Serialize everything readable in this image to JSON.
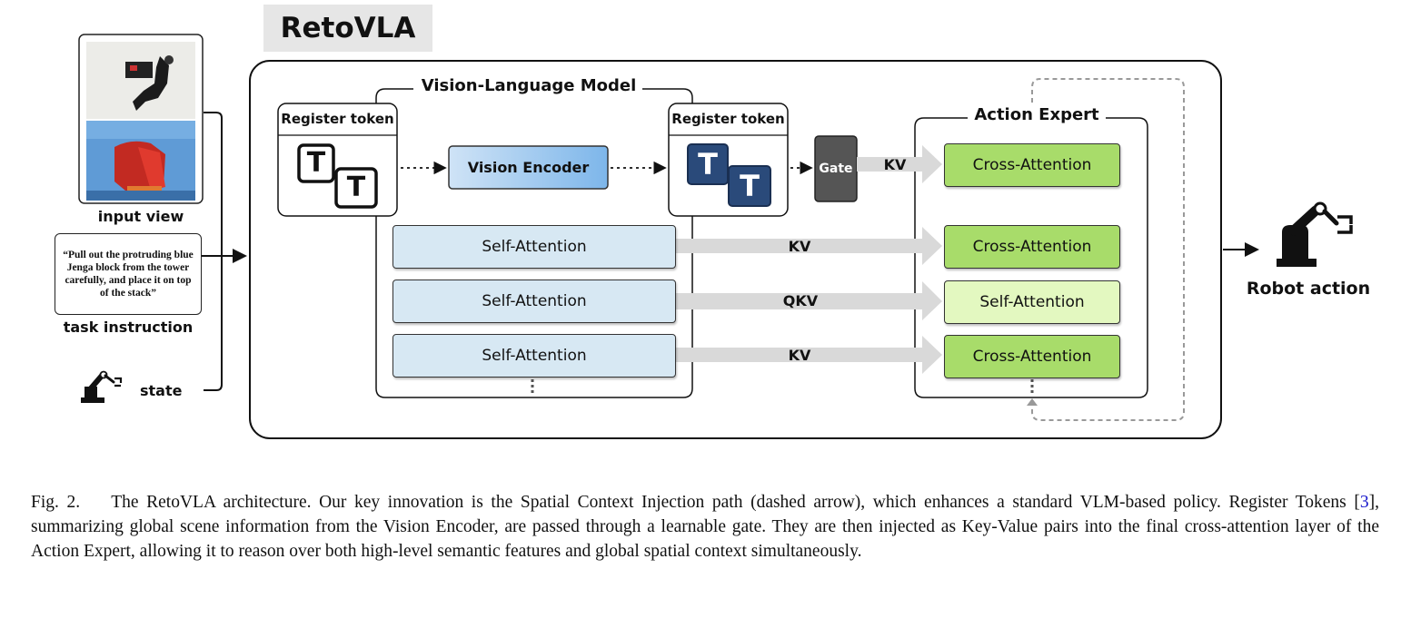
{
  "diagram": {
    "title": "RetoVLA",
    "vlm_title": "Vision-Language Model",
    "register_token_left_label": "Register token",
    "register_token_right_label": "Register token",
    "vision_encoder_label": "Vision Encoder",
    "gate_label": "Gate",
    "action_expert_title": "Action Expert",
    "token_glyph": "T",
    "vlm_layers": [
      "Self-Attention",
      "Self-Attention",
      "Self-Attention"
    ],
    "arrow_labels": [
      "KV",
      "KV",
      "QKV",
      "KV"
    ],
    "ae_layers": [
      "Cross-Attention",
      "Cross-Attention",
      "Self-Attention",
      "Cross-Attention"
    ],
    "inputs": {
      "input_view_label": "input view",
      "instruction_text": "“Pull out the protruding blue Jenga block from the tower carefully, and place it on top of the stack”",
      "task_instruction_label": "task instruction",
      "state_label": "state"
    },
    "output_label": "Robot action",
    "colors": {
      "vlm_layer": "#d7e8f3",
      "cross_attention": "#a8dc6a",
      "ae_self_attention": "#e3f8c0",
      "gate": "#555555",
      "arrow": "#d9d9d9"
    }
  },
  "caption": {
    "fig_label": "Fig. 2.",
    "text_before_ref": "The RetoVLA architecture. Our key innovation is the Spatial Context Injection path (dashed arrow), which enhances a standard VLM-based policy. Register Tokens [",
    "ref": "3",
    "text_after_ref": "], summarizing global scene information from the Vision Encoder, are passed through a learnable gate. They are then injected as Key-Value pairs into the final cross-attention layer of the Action Expert, allowing it to reason over both high-level semantic features and global spatial context simultaneously."
  }
}
